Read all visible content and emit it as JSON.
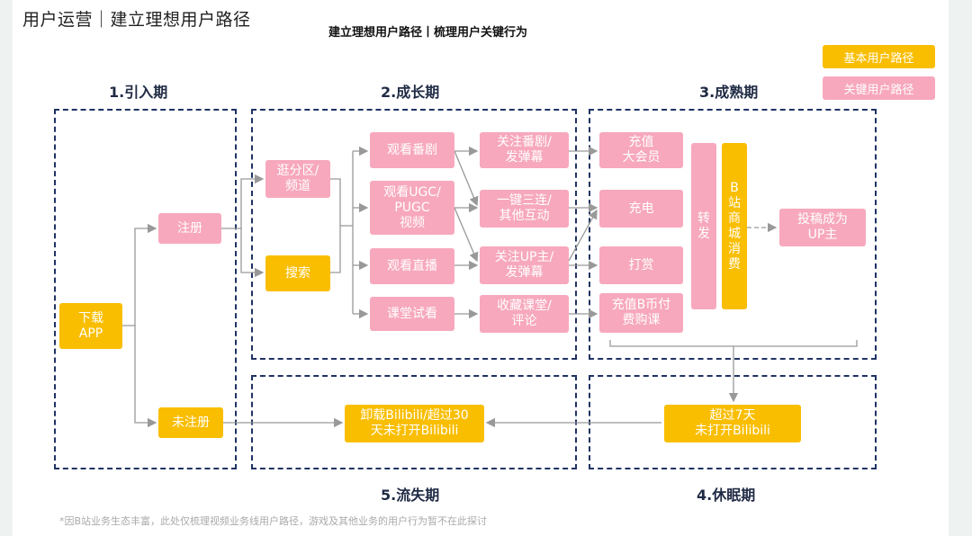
{
  "header": {
    "title": "用户运营｜建立理想用户路径",
    "subtitle": "建立理想用户路径丨梳理用户关键行为"
  },
  "legend": {
    "basic": "基本用户路径",
    "key": "关键用户路径"
  },
  "phases": {
    "p1": "1.引入期",
    "p2": "2.成长期",
    "p3": "3.成熟期",
    "p4": "4.休眠期",
    "p5": "5.流失期"
  },
  "nodes": {
    "download": "下载\nAPP",
    "register": "注册",
    "unregistered": "未注册",
    "browse": "逛分区/\n频道",
    "search": "搜索",
    "watch_anime": "观看番剧",
    "watch_ugc": "观看UGC/\nPUGC\n视频",
    "watch_live": "观看直播",
    "course_trial": "课堂试看",
    "follow_anime": "关注番剧/\n发弹幕",
    "triple": "一键三连/\n其他互动",
    "follow_up": "关注UP主/\n发弹幕",
    "collect_course": "收藏课堂/\n评论",
    "vip": "充值\n大会员",
    "charge": "充电",
    "reward": "打赏",
    "bcoin": "充值B币付\n费购课",
    "forward": "转\n发",
    "mall": "B\n站\n商\n城\n消\n费",
    "creator": "投稿成为\nUP主",
    "dormant": "超过7天\n未打开Bilibili",
    "churn": "卸载Bilibili/超过30\n天未打开Bilibili"
  },
  "footnote": "*因B站业务生态丰富，此处仅梳理视频业务线用户路径，游戏及其他业务的用户行为暂不在此探讨",
  "colors": {
    "basic": "#f9be00",
    "key": "#f7a8bd",
    "frame": "#1f3263"
  }
}
